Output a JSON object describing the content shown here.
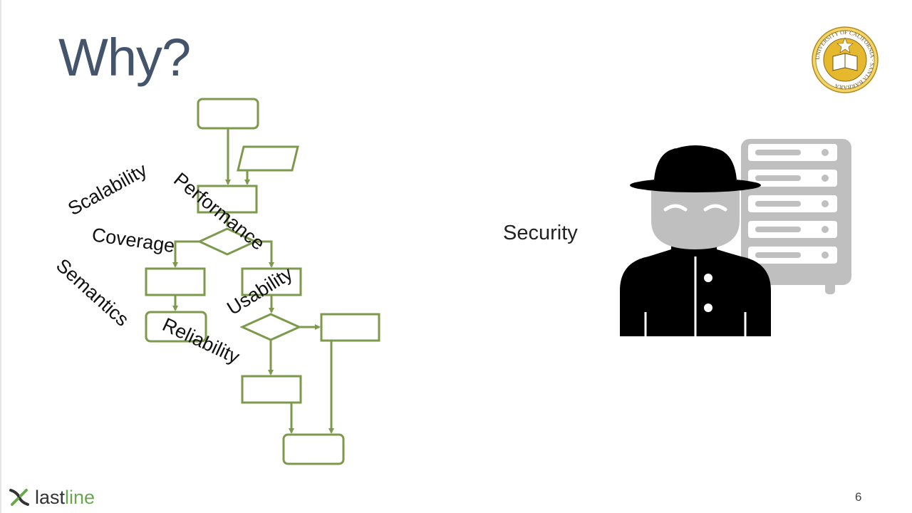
{
  "slide": {
    "title": "Why?",
    "page_number": "6",
    "labels": {
      "scalability": "Scalability",
      "performance": "Performance",
      "coverage": "Coverage",
      "usability": "Usability",
      "semantics": "Semantics",
      "reliability": "Reliability",
      "security": "Security"
    },
    "brand": {
      "name_prefix": "last",
      "name_suffix": "line",
      "icon": "lastline-x-icon"
    },
    "seal": {
      "icon": "university-seal-icon",
      "text": "UNIVERSITY OF CALIFORNIA · SANTA BARBARA"
    },
    "illustration": {
      "icon": "hacker-server-icon"
    },
    "colors": {
      "title": "#44546a",
      "flowchart_stroke": "#7d9a4c",
      "hacker": "#000000",
      "server": "#bfbfbf",
      "brand_accent": "#6aa84f",
      "seal_gold": "#e6b82e"
    }
  }
}
